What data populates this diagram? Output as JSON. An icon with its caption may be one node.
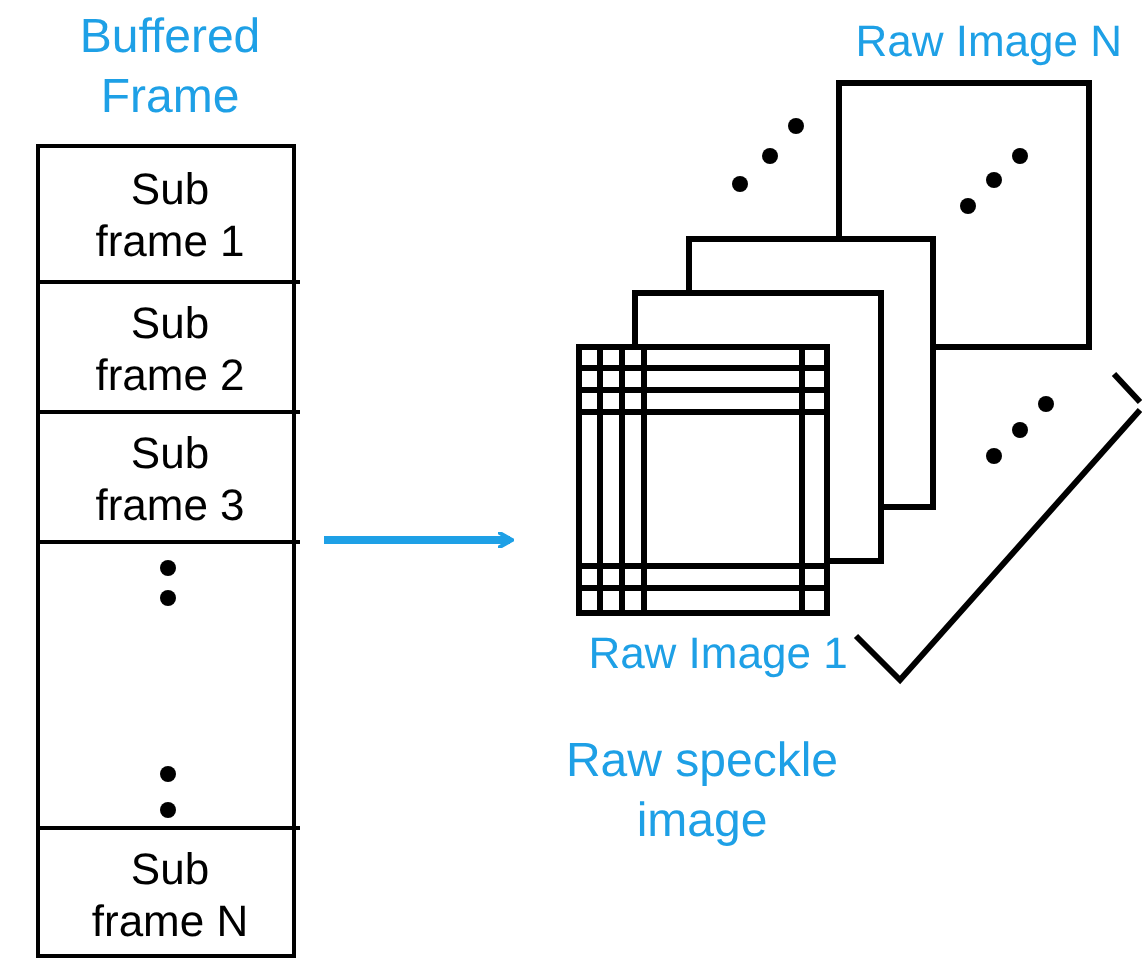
{
  "diagram": {
    "nodes": [
      {
        "text": [
          "Buffered Frame"
        ]
      },
      {
        "text": [
          "Sub frame 1"
        ],
        "in": 0
      },
      {
        "text": [
          "Sub frame 2"
        ],
        "in": 0
      },
      {
        "text": [
          "Sub frame 3"
        ],
        "in": 0
      },
      {
        "text": [],
        "shape": "box",
        "in": 0
      },
      {
        "text": [
          "Sub frame N"
        ],
        "in": 0
      },
      {
        "text": [
          "Raw speckle image"
        ]
      },
      {
        "text": [
          "Raw Image N"
        ],
        "in": 6
      },
      {
        "text": [],
        "shape": "box",
        "in": 6
      },
      {
        "text": [],
        "shape": "box",
        "in": 6
      },
      {
        "text": [
          "Raw Image 1"
        ],
        "in": 6
      }
    ],
    "edges": [
      {
        "from": 0,
        "to": 6,
        "arrow": "to"
      }
    ]
  }
}
